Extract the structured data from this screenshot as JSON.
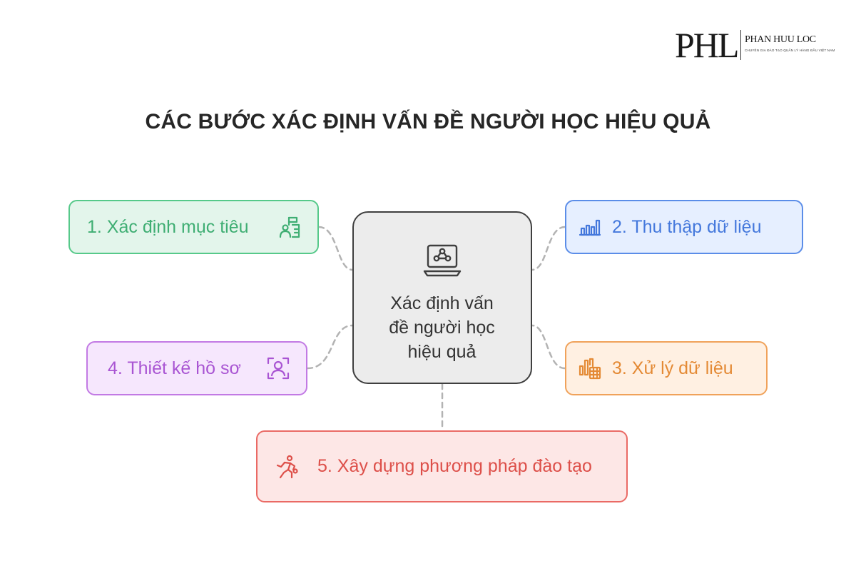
{
  "logo": {
    "mark": "PHL",
    "name": "PHAN HUU LOC",
    "tagline": "CHUYÊN GIA ĐÀO TẠO QUẢN LÝ HÀNG ĐẦU VIỆT NAM"
  },
  "title": "CÁC BƯỚC XÁC ĐỊNH VẤN ĐỀ NGƯỜI HỌC HIỆU QUẢ",
  "center": {
    "text": "Xác định vấn\nđề người học\nhiệu quả",
    "icon": "laptop-people-icon"
  },
  "steps": [
    {
      "label": "1. Xác định mục tiêu",
      "icon": "goal-target-icon",
      "color": "#56c98a"
    },
    {
      "label": "2. Thu thập dữ liệu",
      "icon": "bar-chart-icon",
      "color": "#5b8de8"
    },
    {
      "label": "3. Xử lý dữ liệu",
      "icon": "data-processing-icon",
      "color": "#f0a25a"
    },
    {
      "label": "4. Thiết kế hồ sơ",
      "icon": "profile-scan-icon",
      "color": "#c27ae4"
    },
    {
      "label": "5. Xây dựng phương pháp đào tạo",
      "icon": "training-person-icon",
      "color": "#ea6a65"
    }
  ],
  "connector_color": "#b3b3b3"
}
